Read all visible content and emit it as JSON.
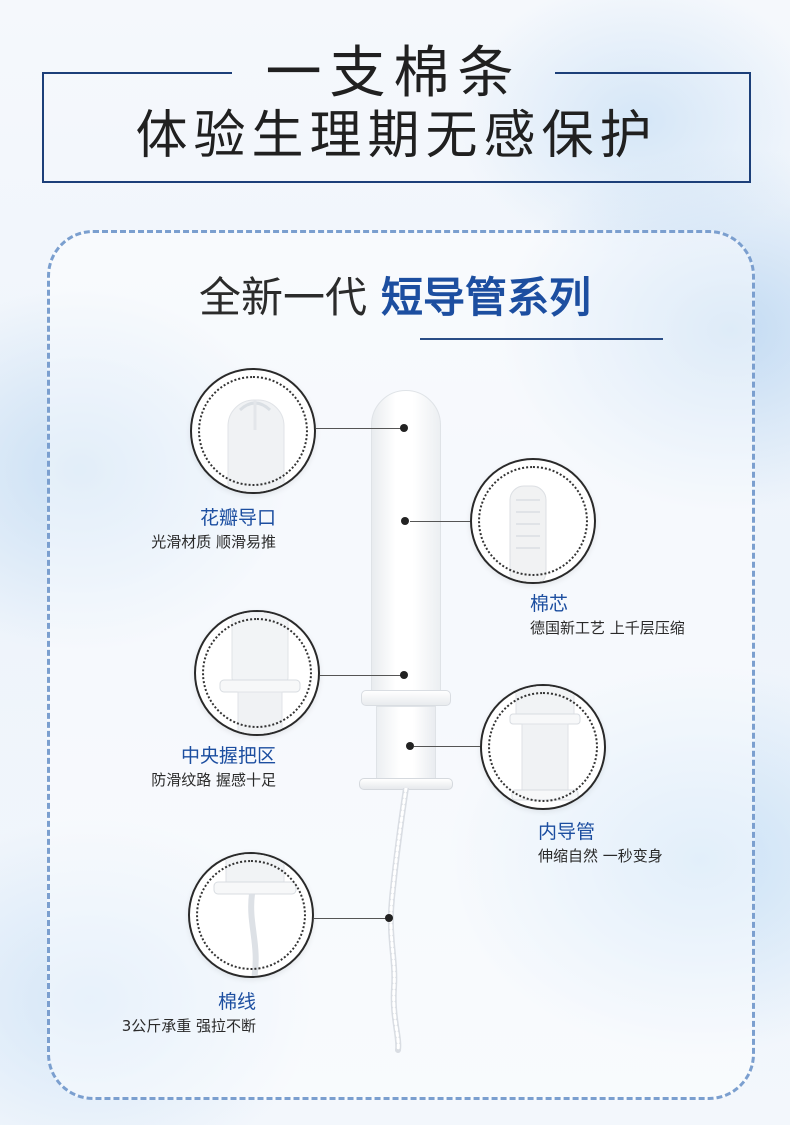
{
  "header": {
    "title_line1": "一支棉条",
    "title_line2": "体验生理期无感保护"
  },
  "subtitle": {
    "prefix": "全新一代",
    "highlight": "短导管系列"
  },
  "colors": {
    "frame": "#1c3f79",
    "accent": "#1c4ea0",
    "dashed_border": "#7b9fcf"
  },
  "callouts": [
    {
      "id": "petal-tip",
      "title": "花瓣导口",
      "desc": "光滑材质 顺滑易推",
      "icon": "petal-tip-closeup"
    },
    {
      "id": "core",
      "title": "棉芯",
      "desc": "德国新工艺 上千层压缩",
      "icon": "cotton-core-closeup"
    },
    {
      "id": "grip",
      "title": "中央握把区",
      "desc": "防滑纹路 握感十足",
      "icon": "grip-zone-closeup"
    },
    {
      "id": "inner-tube",
      "title": "内导管",
      "desc": "伸缩自然 一秒变身",
      "icon": "inner-tube-closeup"
    },
    {
      "id": "string",
      "title": "棉线",
      "desc": "3公斤承重 强拉不断",
      "icon": "string-closeup"
    }
  ]
}
